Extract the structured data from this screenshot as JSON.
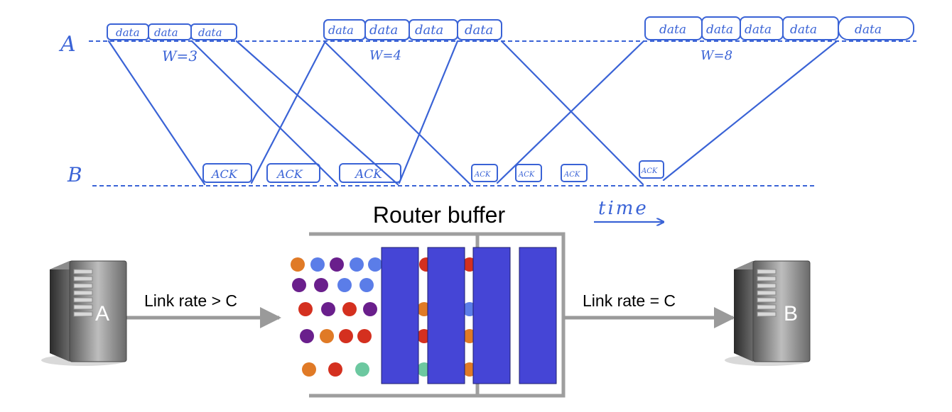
{
  "timeline": {
    "sender_label": "A",
    "receiver_label": "B",
    "time_label": "time",
    "rounds": [
      {
        "window": "W=3",
        "packets": [
          "data",
          "data",
          "data"
        ]
      },
      {
        "window": "W=4",
        "packets": [
          "data",
          "data",
          "data",
          "data"
        ]
      },
      {
        "window": "W=8",
        "packets": [
          "data",
          "data",
          "data",
          "data",
          "data"
        ]
      }
    ],
    "acks": [
      "ACK",
      "ACK",
      "ACK",
      "ACK",
      "ACK",
      "ACK",
      "ACK"
    ]
  },
  "network": {
    "buffer_title": "Router buffer",
    "host_a_label": "A",
    "host_b_label": "B",
    "link_in_label": "Link rate > C",
    "link_out_label": "Link rate = C"
  },
  "colors": {
    "ink": "#3a63d6",
    "packet_bar": "#4545d6",
    "buffer_wall": "#9e9e9e",
    "link": "#9a9a9a",
    "packet_orange": "#e07a26",
    "packet_purple": "#6a1f8c",
    "packet_blue": "#5b7de8",
    "packet_red": "#d4301f",
    "packet_green": "#6cc8a0"
  }
}
